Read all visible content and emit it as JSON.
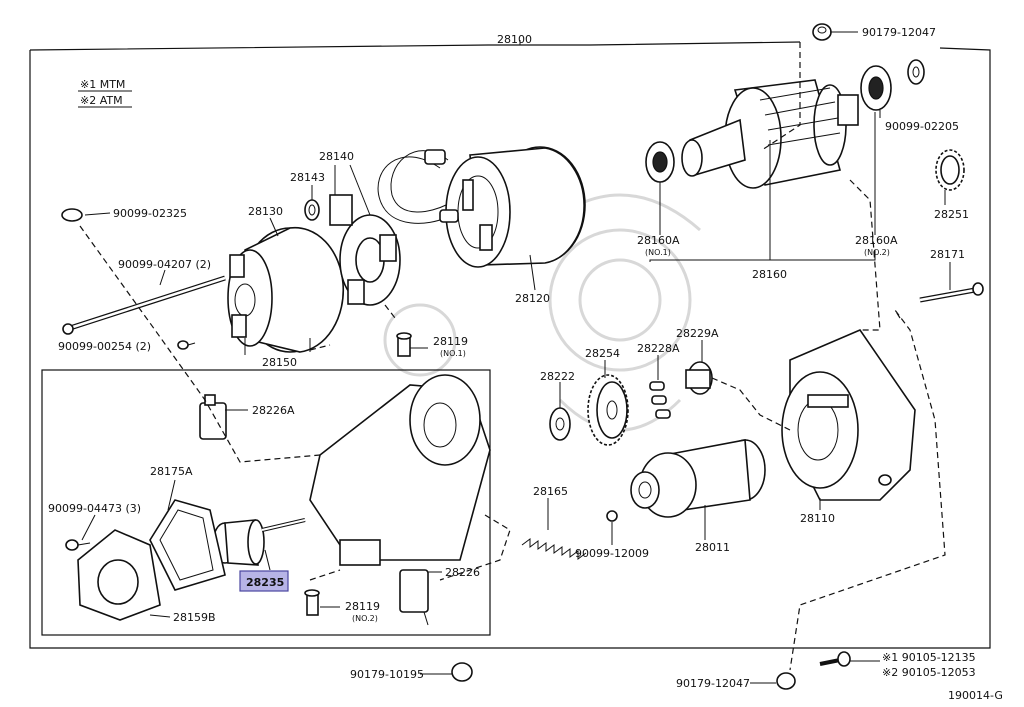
{
  "notes": {
    "note1": "※1 MTM",
    "note2": "※2 ATM"
  },
  "labels": {
    "p28100": "28100",
    "p90179_12047_top": "90179-12047",
    "p90099_02205": "90099-02205",
    "p28251": "28251",
    "p28171": "28171",
    "p28160A_1": "28160A",
    "p28160A_1_sub": "(NO.1)",
    "p28160A_2": "28160A",
    "p28160A_2_sub": "(NO.2)",
    "p28160": "28160",
    "p28140": "28140",
    "p28143": "28143",
    "p28130": "28130",
    "p90099_02325": "90099-02325",
    "p90099_04207": "90099-04207 (2)",
    "p28120": "28120",
    "p90099_00254": "90099-00254 (2)",
    "p28150": "28150",
    "p28119_1": "28119",
    "p28119_1_sub": "(NO.1)",
    "p28254": "28254",
    "p28228A": "28228A",
    "p28229A": "28229A",
    "p28222": "28222",
    "p28226A": "28226A",
    "p28175A": "28175A",
    "p90099_04473": "90099-04473 (3)",
    "p28165": "28165",
    "p90099_12009": "90099-12009",
    "p28011": "28011",
    "p28110": "28110",
    "p28235": "28235",
    "p28226": "28226",
    "p28119_2": "28119",
    "p28119_2_sub": "(NO.2)",
    "p28159B": "28159B",
    "p90179_10195": "90179-10195",
    "p90179_12047_bot": "90179-12047",
    "p90105_12135": "※1 90105-12135",
    "p90105_12053": "※2 90105-12053",
    "p190014": "190014-G"
  },
  "colors": {
    "highlight": "#b7b4e6",
    "line": "#111111"
  }
}
